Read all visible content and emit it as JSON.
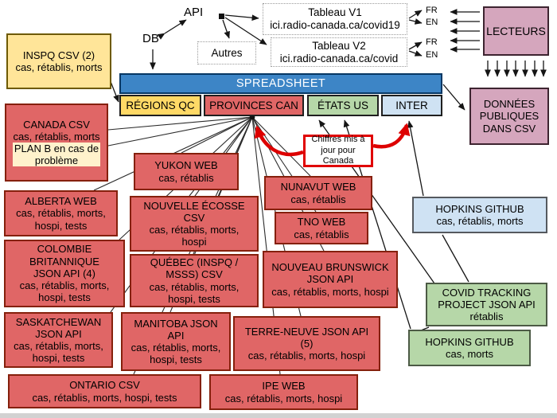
{
  "diagram": {
    "top": {
      "api_label": "API",
      "db_label": "DB",
      "autres_label": "Autres",
      "tableau_v1_title": "Tableau V1",
      "tableau_v1_url": "ici.radio-canada.ca/covid19",
      "tableau_v2_title": "Tableau V2",
      "tableau_v2_url": "ici.radio-canada.ca/covid",
      "lang_fr": "FR",
      "lang_en": "EN",
      "lecteurs_label": "LECTEURS"
    },
    "spreadsheet": {
      "title": "SPREADSHEET",
      "tabs": [
        {
          "label": "RÉGIONS QC"
        },
        {
          "label": "PROVINCES CAN"
        },
        {
          "label": "ÉTATS US"
        },
        {
          "label": "INTER"
        }
      ]
    },
    "output": {
      "donnees_label": "DONNÉES\nPUBLIQUES\nDANS CSV"
    },
    "annotation": {
      "label": "Chiffres mis à\njour pour\nCanada"
    },
    "sources": {
      "inspq": {
        "title": "INSPQ CSV (2)",
        "detail": "cas, rétablis, morts"
      },
      "canada": {
        "title": "CANADA CSV",
        "detail": "cas, rétablis, morts",
        "plan_b": "PLAN B en cas de\nproblème"
      },
      "yukon": {
        "title": "YUKON WEB",
        "detail": "cas, rétablis"
      },
      "alberta": {
        "title": "ALBERTA WEB",
        "detail": "cas, rétablis, morts,\nhospi, tests"
      },
      "nouvelle_ecosse": {
        "title": "NOUVELLE ÉCOSSE\nCSV",
        "detail": "cas, rétablis, morts,\nhospi"
      },
      "colombie": {
        "title": "COLOMBIE\nBRITANNIQUE\nJSON API (4)",
        "detail": "cas, rétablis, morts,\nhospi, tests"
      },
      "quebec": {
        "title": "QUÉBEC (INSPQ /\nMSSS) CSV",
        "detail": "cas, rétablis, morts,\nhospi, tests"
      },
      "saskatchewan": {
        "title": "SASKATCHEWAN\nJSON API",
        "detail": "cas, rétablis, morts,\nhospi, tests"
      },
      "manitoba": {
        "title": "MANITOBA JSON\nAPI",
        "detail": "cas, rétablis, morts,\nhospi, tests"
      },
      "ontario": {
        "title": "ONTARIO CSV",
        "detail": "cas, rétablis, morts, hospi, tests"
      },
      "nunavut": {
        "title": "NUNAVUT WEB",
        "detail": "cas, rétablis"
      },
      "tno": {
        "title": "TNO WEB",
        "detail": "cas, rétablis"
      },
      "nouveau_brunswick": {
        "title": "NOUVEAU BRUNSWICK\nJSON API",
        "detail": "cas, rétablis, morts, hospi"
      },
      "terre_neuve": {
        "title": "TERRE-NEUVE JSON API\n(5)",
        "detail": "cas, rétablis, morts, hospi"
      },
      "ipe": {
        "title": "IPE WEB",
        "detail": "cas, rétablis, morts, hospi"
      },
      "hopkins_inter": {
        "title": "HOPKINS GITHUB",
        "detail": "cas, rétablis, morts"
      },
      "covid_tracking": {
        "title": "COVID TRACKING\nPROJECT JSON API",
        "detail": "rétablis"
      },
      "hopkins_us": {
        "title": "HOPKINS GITHUB",
        "detail": "cas, morts"
      }
    },
    "colors": {
      "source_red": "#e06666",
      "yellow_light": "#ffe599",
      "yellow": "#ffd966",
      "spreadsheet_blue": "#3d85c6",
      "green": "#b6d7a8",
      "light_blue": "#cfe2f3",
      "pink": "#d5a6bd",
      "red_arrow": "#dd0000",
      "plan_b_highlight": "#fff2cc"
    }
  }
}
